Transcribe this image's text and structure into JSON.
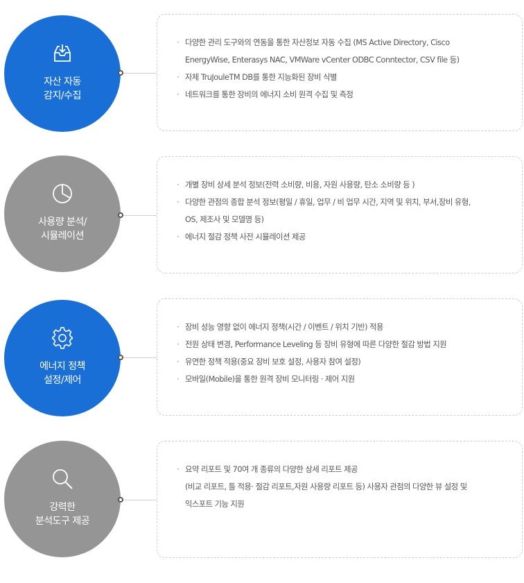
{
  "colors": {
    "blue": "#1a6fd6",
    "gray": "#959595"
  },
  "features": [
    {
      "title_line1": "자산 자동",
      "title_line2": "감지/수집",
      "icon": "inbox-download-icon",
      "items": [
        [
          "다양한 관리 도구와의 연동을 통한 자산정보 자동 수집 (MS Active Directory, Cisco",
          "EnergyWise, Enterasys NAC, VMWare vCenter  ODBC Conntector, CSV file 등)"
        ],
        [
          "자체 TruJouleTM DB를 통한 지능화된 장비 식별"
        ],
        [
          "네트워크를 통한 장비의 에너지 소비 원격 수집 및 측정"
        ]
      ]
    },
    {
      "title_line1": "사용량 분석/",
      "title_line2": "시뮬레이션",
      "icon": "pie-chart-icon",
      "items": [
        [
          "개별 장비 상세 분석 정보(전력 소비량, 비용, 자원 사용량, 탄소 소비량 등 )"
        ],
        [
          "다양한 관점의 종합 분석 정보(평일 / 휴일, 업무 / 비 업무 시간, 지역 및 위치,  부서,장비 유형,",
          "OS, 제조사 및 모델명 등)"
        ],
        [
          "에너지 절감 정책 사전 시뮬레이션 제공"
        ]
      ]
    },
    {
      "title_line1": "에너지 정책",
      "title_line2": "설정/제어",
      "icon": "gear-icon",
      "items": [
        [
          "장비 성능 영향 없이 에너지 정책(시간 / 이벤트 / 위치 기반) 적용"
        ],
        [
          "전원 상태 변경, Performance Leveling 등 장비 유형에 따른 다양한 절감 방법 지원"
        ],
        [
          "유연한 정책 적용(중요 장비 보호 설정, 사용자 참여 설정)"
        ],
        [
          "모바일(Mobile)을 통한 원격 장비 모니터링 · 제어 지원"
        ]
      ]
    },
    {
      "title_line1": "강력한",
      "title_line2": "분석도구 제공",
      "icon": "search-icon",
      "items": [
        [
          "요약 리포트 및 70여 개 종류의 다양한 상세 리포트 제공"
        ]
      ],
      "extra_lines": [
        "(비교 리포트,  틀 적용· 절감 리포트,자원 사용량 리포트 등) 사용자 관점의 다양한 뷰 설정 및",
        "익스포트 기능 지원"
      ]
    }
  ]
}
